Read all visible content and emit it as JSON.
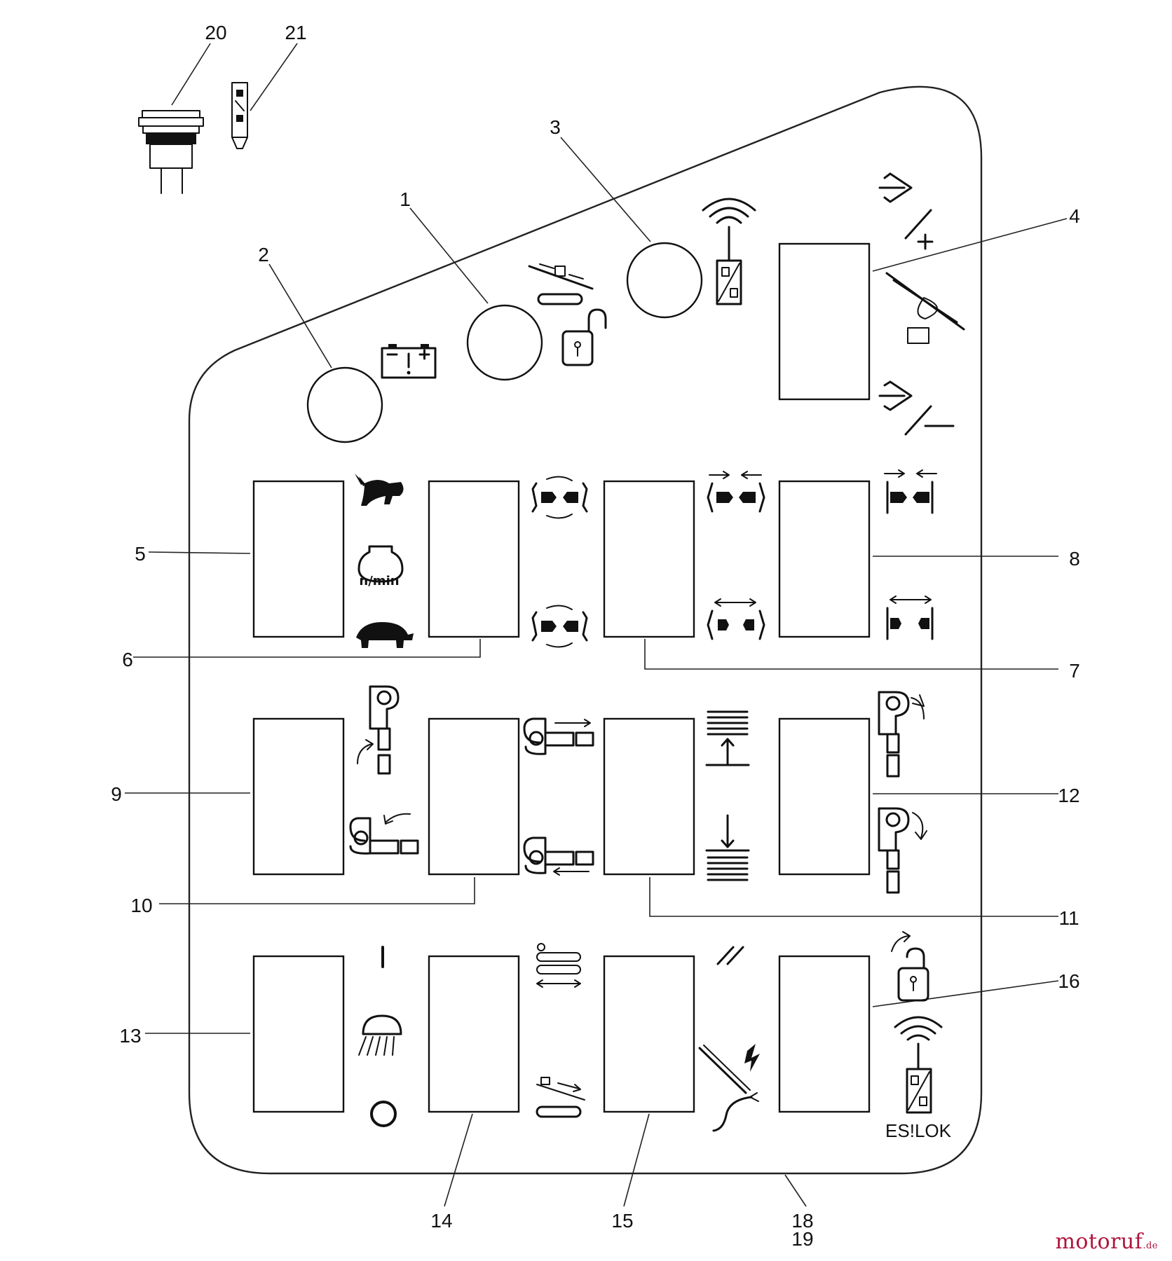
{
  "callouts": {
    "c1": "1",
    "c2": "2",
    "c3": "3",
    "c4": "4",
    "c5": "5",
    "c6": "6",
    "c7": "7",
    "c8": "8",
    "c9": "9",
    "c10": "10",
    "c11": "11",
    "c12": "12",
    "c13": "13",
    "c14": "14",
    "c15": "15",
    "c16": "16",
    "c18": "18",
    "c19": "19",
    "c20": "20",
    "c21": "21"
  },
  "icon_labels": {
    "rpm": "n/min",
    "eslok": "ES!LOK"
  },
  "watermark": {
    "brand": "motoruf",
    "tld": ".de"
  },
  "icons": [
    "battery-warning-icon",
    "unlock-padlock-icon",
    "remote-lock-icon",
    "rabbit-fast-icon",
    "turtle-slow-icon",
    "engine-rpm-icon",
    "rotate-clamp-icon",
    "clamp-close-icon",
    "clamp-open-icon",
    "head-tilt-icon",
    "head-extend-icon",
    "stack-up-icon",
    "stack-down-icon",
    "worklight-icon",
    "chainsaw-icon",
    "measure-icon",
    "feed-plus-icon",
    "feed-minus-icon"
  ]
}
